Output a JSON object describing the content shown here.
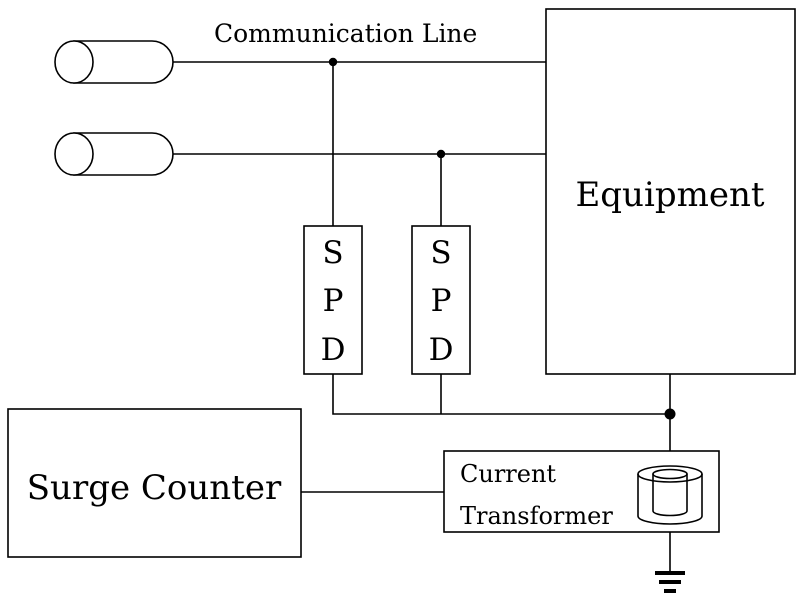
{
  "communication_line_label": "Communication Line",
  "equipment_label": "Equipment",
  "surge_counter_label": "Surge Counter",
  "current_transformer_label": [
    "Current",
    "Transformer"
  ],
  "spd_devices": [
    {
      "letters": [
        "S",
        "P",
        "D"
      ]
    },
    {
      "letters": [
        "S",
        "P",
        "D"
      ]
    }
  ]
}
